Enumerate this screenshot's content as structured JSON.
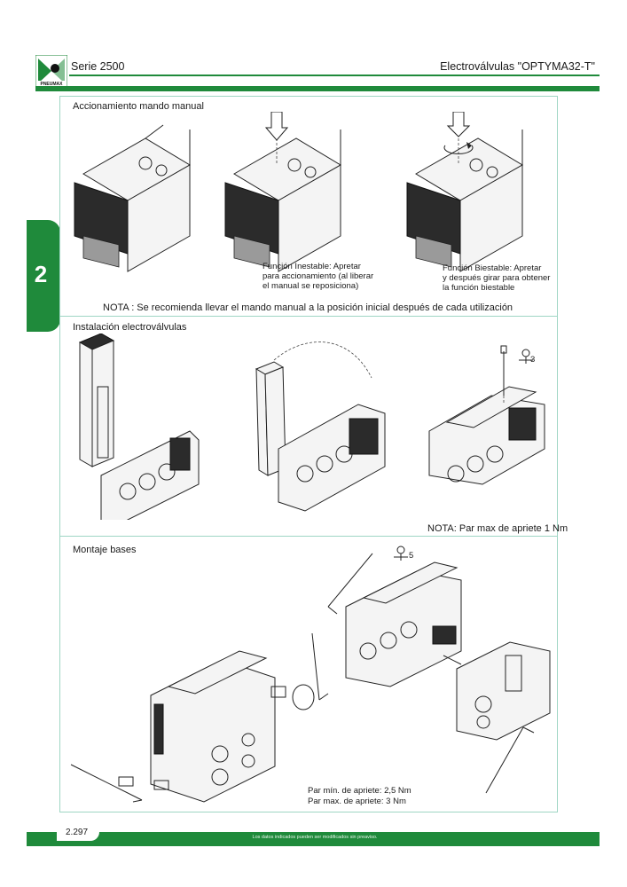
{
  "header": {
    "series": "Serie 2500",
    "product": "Electroválvulas \"OPTYMA32-T\"",
    "logo_text": "PNEUMAX",
    "brand_color": "#1f8a3b"
  },
  "chapter": {
    "number": "2"
  },
  "sections": [
    {
      "title": "Accionamiento mando manual",
      "captions": [
        "Función Inestable: Apretar\npara accionamiento (al liberar\nel manual se reposiciona)",
        "Función Biestable: Apretar\ny después girar para obtener\nla función biestable"
      ],
      "note": "NOTA : Se recomienda llevar el mando manual a la posición inicial después de cada utilización"
    },
    {
      "title": "Instalación electroválvulas",
      "tool_size": "3",
      "note": "NOTA: Par max de apriete 1 Nm"
    },
    {
      "title": "Montaje bases",
      "tool_size": "5",
      "torque_min": "Par mín. de apriete: 2,5 Nm",
      "torque_max": "Par max. de apriete: 3 Nm"
    }
  ],
  "footer": {
    "page": "2.297",
    "disclaimer": "Los datos indicados pueden ser modificados sin preaviso."
  }
}
